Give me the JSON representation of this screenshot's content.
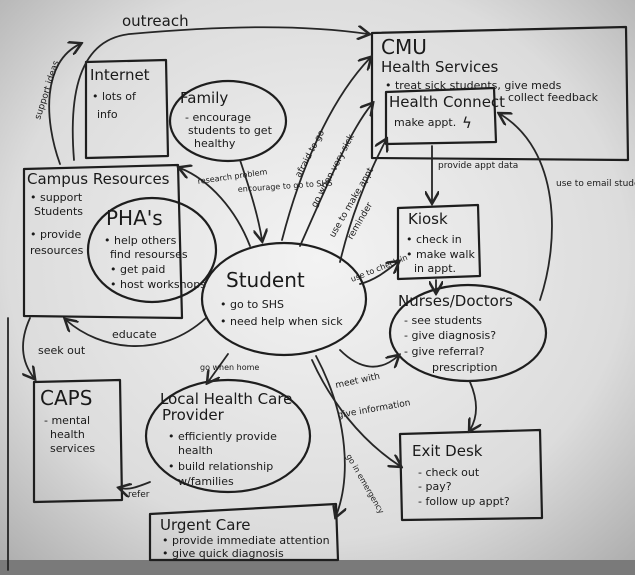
{
  "cmu": {
    "title": "CMU",
    "subtitle": "Health Services",
    "items": [
      "• treat sick students, give meds"
    ]
  },
  "health_connect": {
    "title": "Health Connect",
    "items": [
      "make appt.",
      "ϟ"
    ]
  },
  "internet": {
    "title": "Internet",
    "items": [
      "• lots of",
      "info"
    ]
  },
  "family": {
    "title": "Family",
    "items": [
      "- encourage",
      "students to get",
      "healthy"
    ]
  },
  "campus_resources": {
    "title": "Campus Resources",
    "items": [
      "• support",
      "Students",
      "• provide",
      "resources"
    ]
  },
  "phas": {
    "title": "PHA's",
    "items": [
      "• help others",
      "find resourses",
      "• get paid",
      "• host workshops"
    ]
  },
  "student": {
    "title": "Student",
    "items": [
      "• go to SHS",
      "• need help when sick"
    ]
  },
  "kiosk": {
    "title": "Kiosk",
    "items": [
      "• check in",
      "• make walk",
      "in appt."
    ]
  },
  "nurses": {
    "title": "Nurses/Doctors",
    "items": [
      "- see students",
      "- give diagnosis?",
      "- give referral?",
      "prescription"
    ]
  },
  "caps": {
    "title": "CAPS",
    "items": [
      "- mental",
      "health",
      "services"
    ]
  },
  "local_hc": {
    "title": "Local Health Care",
    "subtitle": "Provider",
    "items": [
      "• efficiently provide",
      "health",
      "• build relationship",
      "w/families"
    ]
  },
  "exit_desk": {
    "title": "Exit Desk",
    "items": [
      "- check out",
      "- pay?",
      "- follow up appt?"
    ]
  },
  "urgent_care": {
    "title": "Urgent Care",
    "items": [
      "• provide immediate attention",
      "• give quick diagnosis"
    ]
  },
  "labels": {
    "outreach": "outreach",
    "support_ideas": "support ideas",
    "collect_feedback": "collect feedback",
    "afraid_to_go": "afraid to go",
    "go_when_very_sick": "go when very sick",
    "use_to_make_appt": "use to make appt",
    "reminder": "reminder",
    "provide_appt_data": "provide appt data",
    "use_to_email": "use to email students",
    "research_problem": "research problem",
    "encourage_shs": "encourage to go to SHS",
    "use_to_check_in": "use to check in",
    "educate": "educate",
    "seek_out": "seek out",
    "go_when_home": "go when home",
    "meet_with": "meet with",
    "give_information": "give information",
    "go_in_emergency": "go in emergency",
    "refer": "refer"
  },
  "colors": {
    "board": "#8c8c8c",
    "ink": "#1a1a1a"
  }
}
